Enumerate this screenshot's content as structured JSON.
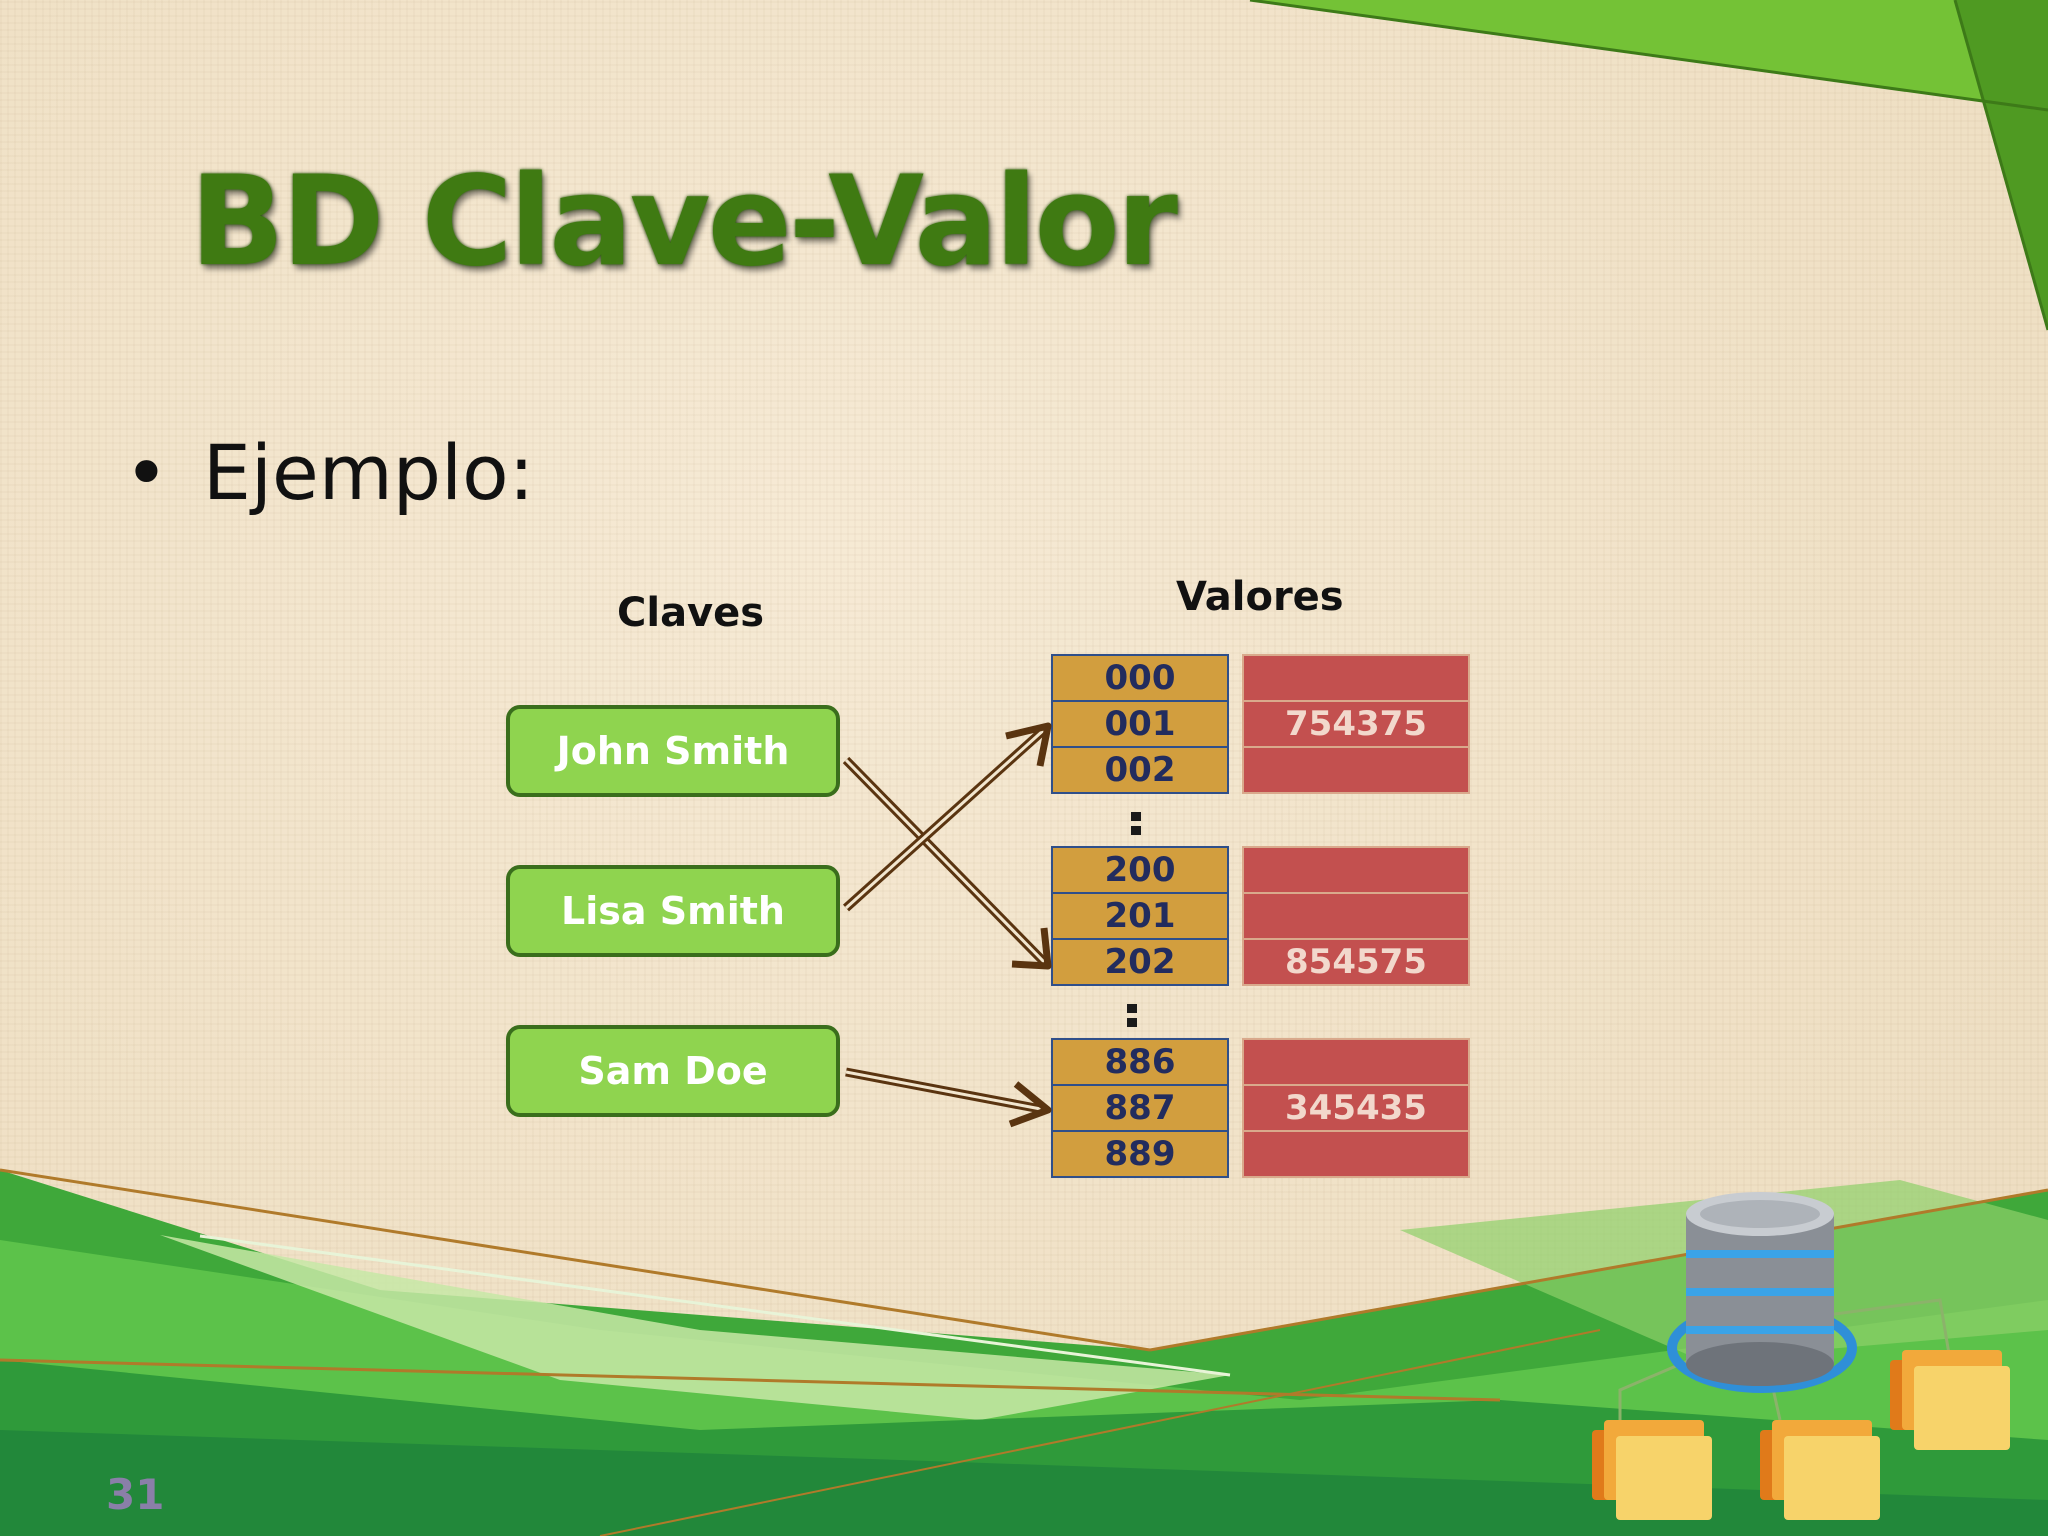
{
  "slide": {
    "title": "BD Clave-Valor",
    "bullet_symbol": "•",
    "bullet_text": "Ejemplo:",
    "page_number": "31"
  },
  "diagram": {
    "keys_header": "Claves",
    "values_header": "Valores",
    "keys": [
      "John Smith",
      "Lisa Smith",
      "Sam Doe"
    ],
    "index_groups": [
      [
        "000",
        "001",
        "002"
      ],
      [
        "200",
        "201",
        "202"
      ],
      [
        "886",
        "887",
        "889"
      ]
    ],
    "value_groups": [
      [
        "",
        "754375",
        ""
      ],
      [
        "",
        "",
        "854575"
      ],
      [
        "",
        "345435",
        ""
      ]
    ],
    "mappings": [
      {
        "key": "John Smith",
        "index": "202"
      },
      {
        "key": "Lisa Smith",
        "index": "001"
      },
      {
        "key": "Sam Doe",
        "index": "887"
      }
    ]
  },
  "colors": {
    "title_green": "#3f7a12",
    "key_fill": "#8fd44f",
    "index_fill": "#d29e3e",
    "value_fill": "#c3504f",
    "arrow": "#5a3410"
  },
  "icons": [
    "database-icon",
    "folder-icon"
  ]
}
